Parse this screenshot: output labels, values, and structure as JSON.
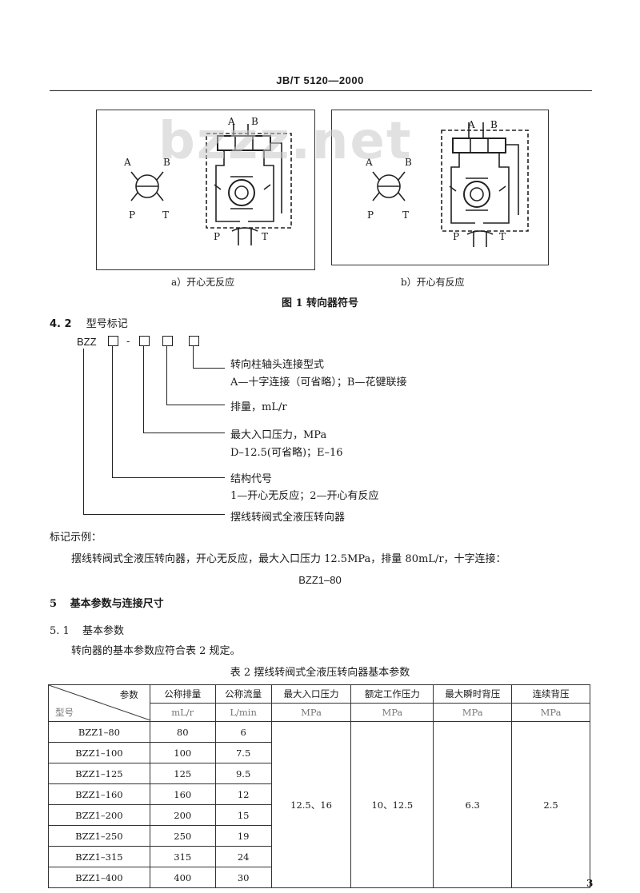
{
  "header": {
    "standard_code": "JB/T  5120—2000"
  },
  "watermark": "bzzz.net",
  "figure": {
    "left_caption": "a）开心无反应",
    "right_caption": "b）开心有反应",
    "title": "图 1    转向器符号",
    "port_labels": {
      "a": "A",
      "b": "B",
      "p": "P",
      "t": "T"
    }
  },
  "section_4_2": {
    "heading_num": "4. 2",
    "heading_text": "型号标记",
    "code_prefix": "BZZ",
    "dash": "-",
    "labels": {
      "connection": "转向柱轴头连接型式",
      "connection_opts": "A—十字连接（可省略）；B—花键联接",
      "displacement": "排量，mL/r",
      "pressure": "最大入口压力，MPa",
      "pressure_opts": "D–12.5(可省略)；E–16",
      "structure": "结构代号",
      "structure_opts": "1—开心无反应；2—开心有反应",
      "type": "摆线转阀式全液压转向器"
    },
    "example_label": "标记示例：",
    "example_text": "摆线转阀式全液压转向器，开心无反应，最大入口压力 12.5MPa，排量 80mL/r，十字连接：",
    "example_code": "BZZ1–80"
  },
  "section_5": {
    "num": "5",
    "text": "基本参数与连接尺寸"
  },
  "section_5_1": {
    "num": "5. 1",
    "text": "基本参数",
    "body": "转向器的基本参数应符合表 2 规定。"
  },
  "table": {
    "title": "表  2    摆线转阀式全液压转向器基本参数",
    "corner_top": "参数",
    "corner_bottom": "型号",
    "headers": [
      "公称排量",
      "公称流量",
      "最大入口压力",
      "额定工作压力",
      "最大瞬时背压",
      "连续背压"
    ],
    "units": [
      "mL/r",
      "L/min",
      "MPa",
      "MPa",
      "MPa",
      "MPa"
    ],
    "rows": [
      {
        "model": "BZZ1–80",
        "disp": "80",
        "flow": "6"
      },
      {
        "model": "BZZ1–100",
        "disp": "100",
        "flow": "7.5"
      },
      {
        "model": "BZZ1–125",
        "disp": "125",
        "flow": "9.5"
      },
      {
        "model": "BZZ1–160",
        "disp": "160",
        "flow": "12"
      },
      {
        "model": "BZZ1–200",
        "disp": "200",
        "flow": "15"
      },
      {
        "model": "BZZ1–250",
        "disp": "250",
        "flow": "19"
      },
      {
        "model": "BZZ1–315",
        "disp": "315",
        "flow": "24"
      },
      {
        "model": "BZZ1–400",
        "disp": "400",
        "flow": "30"
      }
    ],
    "merged": {
      "max_inlet": "12.5、16",
      "rated": "10、12.5",
      "max_back": "6.3",
      "cont_back": "2.5"
    }
  },
  "page_number": "3"
}
